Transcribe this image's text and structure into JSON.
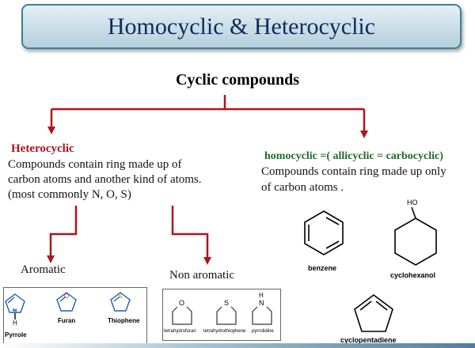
{
  "title": "Homocyclic & Heterocyclic",
  "heading": "Cyclic compounds",
  "heterocyclic": {
    "title": "Heterocyclic",
    "lines": [
      "Compounds contain ring made up of",
      "carbon atoms and another kind of atoms.",
      "(most commonly N, O, S)"
    ]
  },
  "homocyclic": {
    "title": "homocyclic =( allicyclic = carbocyclic)",
    "lines": [
      "Compounds contain ring made up only",
      "of carbon atoms ."
    ]
  },
  "aromatic": {
    "label": "Aromatic",
    "examples": [
      "Pyrrole",
      "Furan",
      "Thiophene"
    ]
  },
  "non_aromatic": {
    "label": "Non aromatic",
    "examples": [
      "tetrahydrofuran",
      "tetrahydrothiophene",
      "pyrrolidine"
    ]
  },
  "carbocyclic_examples": [
    "benzene",
    "cyclohexanol",
    "cyclopentadiene"
  ],
  "atom_labels": {
    "hydroxyl": "HO",
    "nitrogen": "N",
    "hydrogen": "H",
    "oxygen": "O",
    "sulfur": "S"
  },
  "colors": {
    "arrow": "#b0141b",
    "connector": "#b0141b",
    "title_text": "#17285c",
    "title_border": "#3d7f9a",
    "homocyclic_title": "#1f6b2c",
    "heterocyclic_title": "#b0141b"
  }
}
